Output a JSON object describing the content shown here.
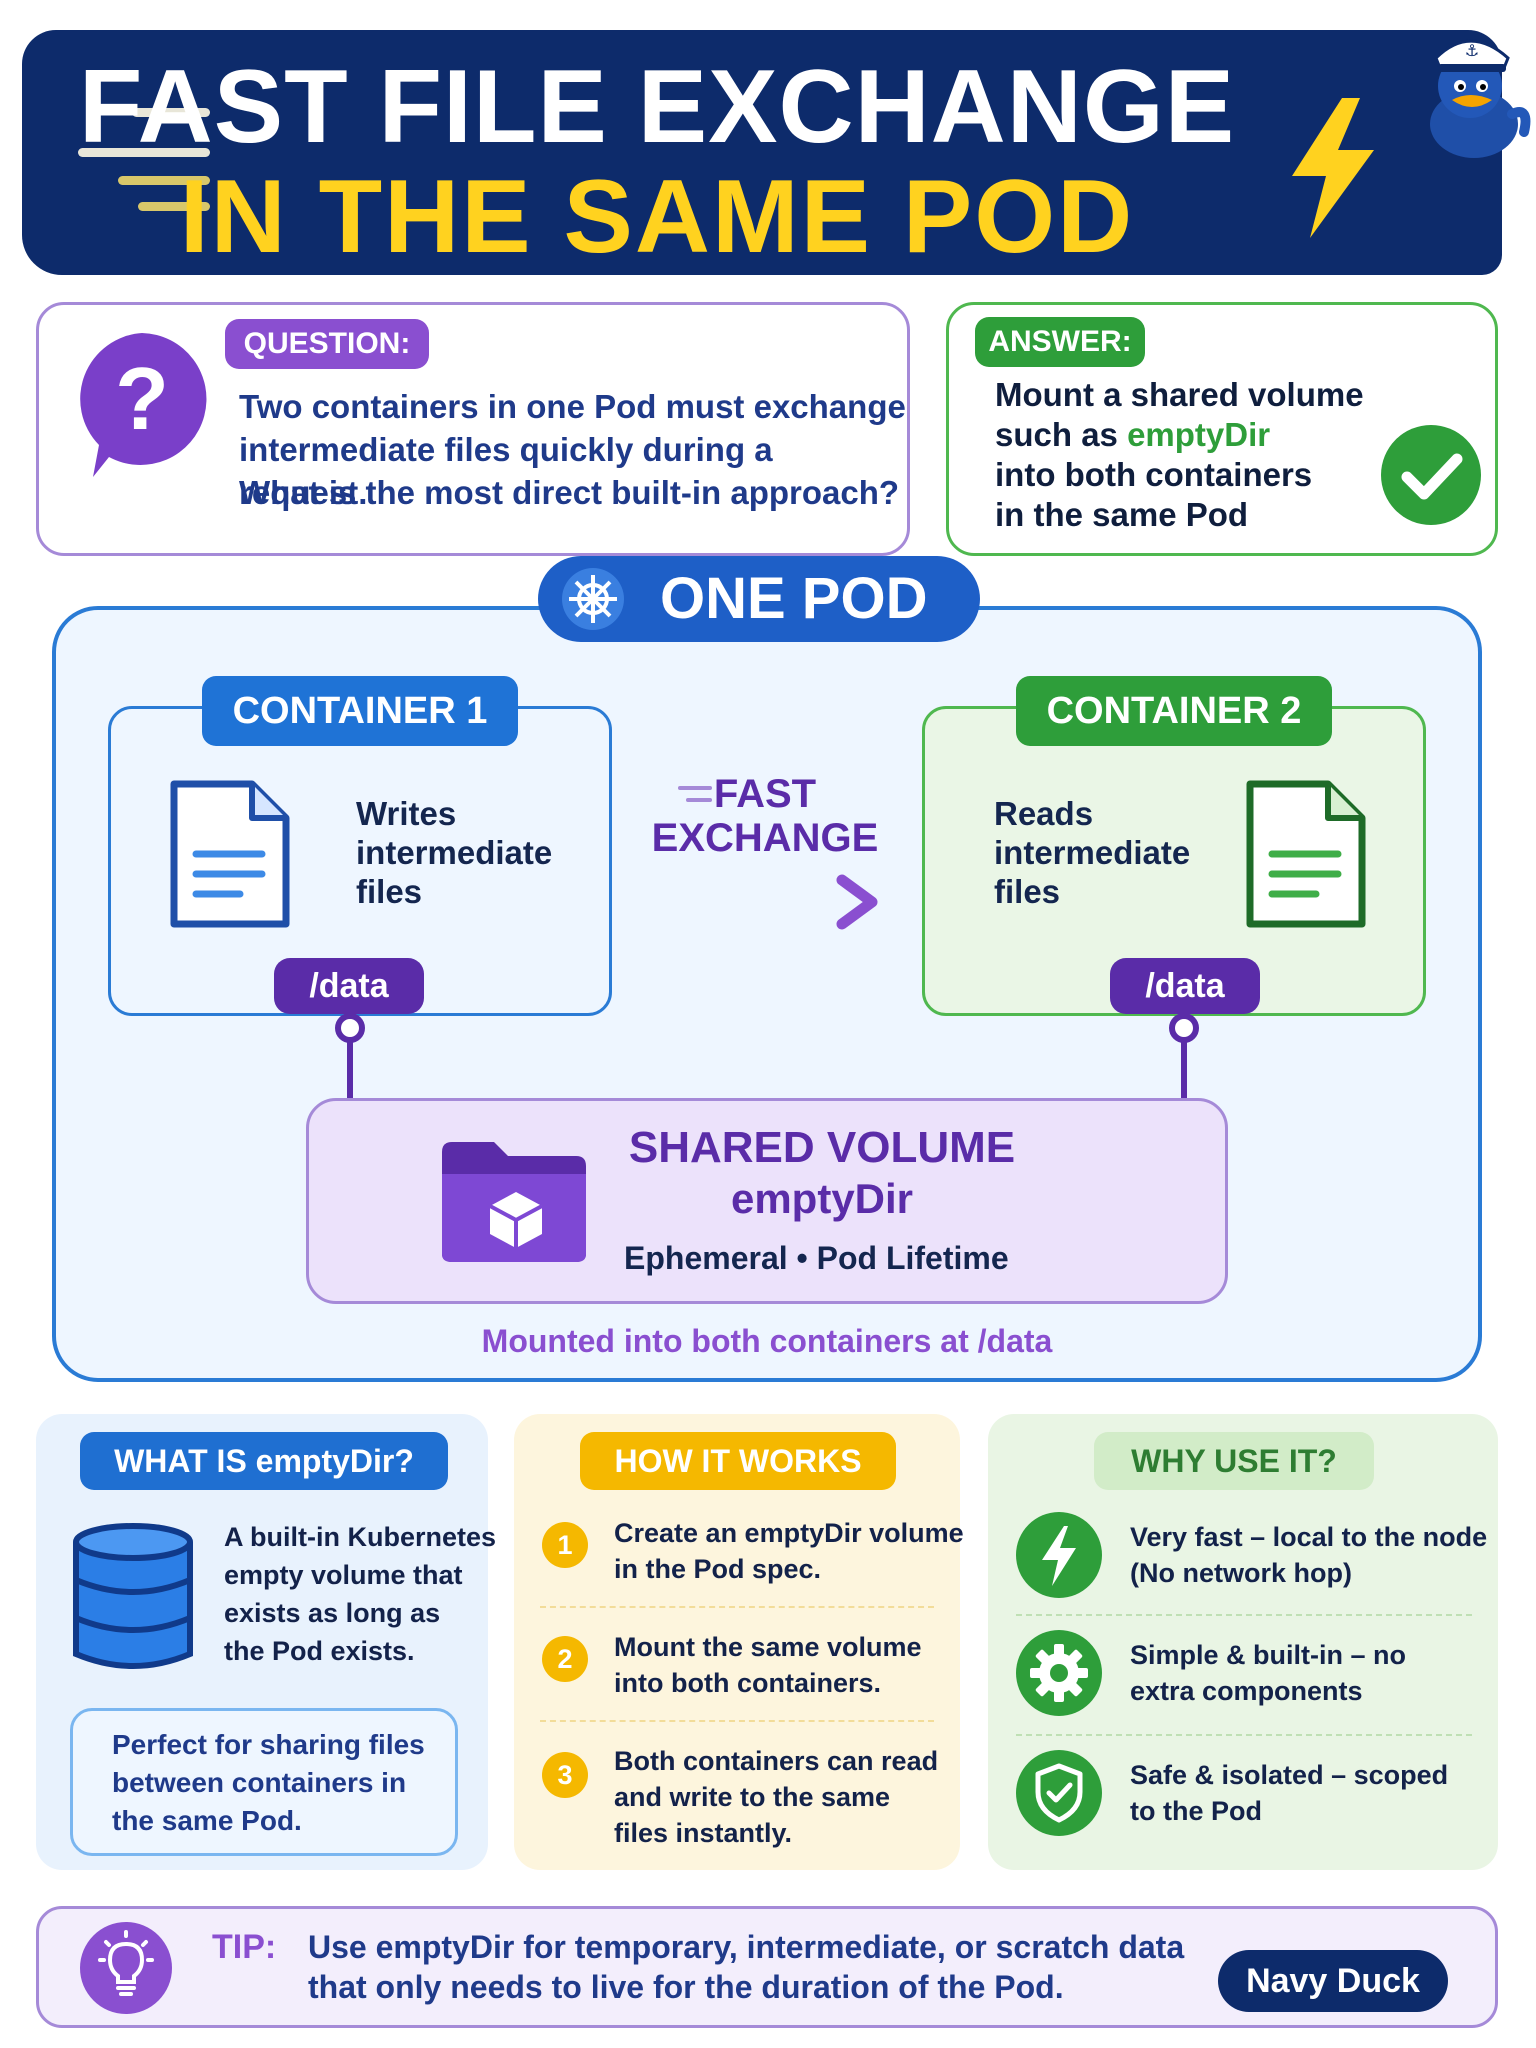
{
  "header": {
    "line1": "FAST FILE EXCHANGE",
    "line2": "IN THE SAME POD"
  },
  "question": {
    "label": "QUESTION:",
    "lines": [
      "Two containers in one Pod must exchange",
      "intermediate files quickly during a request.",
      "What is the most direct built-in approach?"
    ]
  },
  "answer": {
    "label": "ANSWER:",
    "line1": "Mount a shared volume",
    "line2_prefix": "such as ",
    "line2_highlight": "emptyDir",
    "line3": "into both containers",
    "line4": "in the same Pod"
  },
  "pod": {
    "title": "ONE POD",
    "container1": {
      "label": "CONTAINER 1",
      "lines": [
        "Writes",
        "intermediate",
        "files"
      ],
      "mount": "/data"
    },
    "container2": {
      "label": "CONTAINER 2",
      "lines": [
        "Reads",
        "intermediate",
        "files"
      ],
      "mount": "/data"
    },
    "exchange": {
      "line1": "FAST",
      "line2": "EXCHANGE"
    },
    "volume": {
      "title": "SHARED VOLUME",
      "subtitle": "emptyDir",
      "meta": "Ephemeral • Pod Lifetime"
    },
    "caption": "Mounted into both containers at /data"
  },
  "what": {
    "label": "WHAT IS emptyDir?",
    "lines": [
      "A built-in Kubernetes",
      "empty volume that",
      "exists as long as",
      "the Pod exists."
    ],
    "note_lines": [
      "Perfect for sharing files",
      "between containers in",
      "the same Pod."
    ]
  },
  "how": {
    "label": "HOW IT WORKS",
    "steps": [
      {
        "num": "1",
        "lines": [
          "Create an emptyDir volume",
          "in the Pod spec."
        ]
      },
      {
        "num": "2",
        "lines": [
          "Mount the same volume",
          "into both containers."
        ]
      },
      {
        "num": "3",
        "lines": [
          "Both containers can read",
          "and write to the same",
          "files instantly."
        ]
      }
    ]
  },
  "why": {
    "label": "WHY USE IT?",
    "items": [
      {
        "icon": "lightning-icon",
        "lines": [
          "Very fast – local to the node",
          "(No network hop)"
        ]
      },
      {
        "icon": "gear-icon",
        "lines": [
          "Simple & built-in – no",
          "extra components"
        ]
      },
      {
        "icon": "shield-check-icon",
        "lines": [
          "Safe & isolated – scoped",
          "to the Pod"
        ]
      }
    ]
  },
  "tip": {
    "label": "TIP:",
    "lines": [
      "Use emptyDir for temporary, intermediate, or scratch data",
      "that only needs to live for the duration of the Pod."
    ],
    "brand": "Navy Duck"
  },
  "colors": {
    "navy": "#0d2b6b",
    "yellow": "#ffd21f",
    "purple": "#6f3fc4",
    "blue": "#1f6fd1",
    "green": "#2e9e3a",
    "amber": "#f5b800"
  }
}
